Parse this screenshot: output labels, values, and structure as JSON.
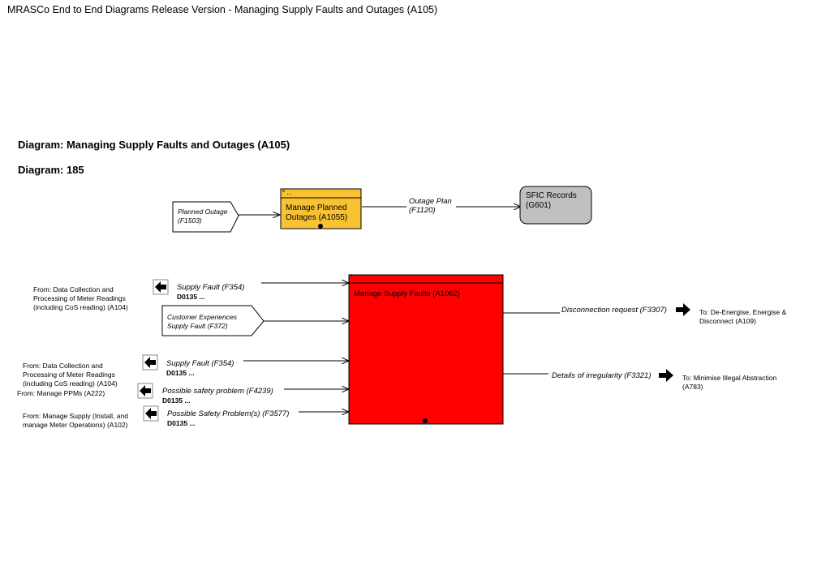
{
  "page_title": "MRASCo End to End Diagrams Release Version - Managing Supply Faults and Outages (A105)",
  "diagram_title": "Diagram: Managing Supply Faults and Outages (A105)",
  "diagram_number": "Diagram: 185",
  "colors": {
    "planned_box": "#F9C233",
    "faults_box": "#FF0000",
    "records_box": "#C0C0C0"
  },
  "planned_outage": {
    "input_line1": "Planned Outage",
    "input_line2": "(F1503)",
    "box_marker": "* ...",
    "box_line1": "Manage Planned",
    "box_line2": "Outages (A1055)",
    "flow_line1": "Outage Plan",
    "flow_line2": "(F1120)",
    "records_line1": "SFIC Records",
    "records_line2": "(G601)"
  },
  "faults": {
    "box_marker": "*",
    "box_label": "Manage Supply Faults (A1062)",
    "inputs": [
      {
        "source_line1": "From: Data Collection and",
        "source_line2": "Processing of Meter Readings",
        "source_line3": "(including CoS reading) (A104)",
        "flow": "Supply Fault (F354)",
        "dataflow": "D0135 ..."
      },
      {
        "flow_line1": "Customer Experiences",
        "flow_line2": "Supply Fault (F372)"
      },
      {
        "source_line1": "From: Data Collection and",
        "source_line2": "Processing of Meter Readings",
        "source_line3": "(including CoS reading) (A104)",
        "flow": "Supply Fault (F354)",
        "dataflow": "D0135 ..."
      },
      {
        "source_line1": "From: Manage PPMs (A222)",
        "flow": "Possible safety problem (F4239)",
        "dataflow": "D0135 ..."
      },
      {
        "source_line1": "From: Manage Supply (Install, and",
        "source_line2": "manage Meter Operations) (A102)",
        "flow": "Possible Safety Problem(s) (F3577)",
        "dataflow": "D0135 ..."
      }
    ],
    "outputs": [
      {
        "flow": "Disconnection request (F3307)",
        "target_line1": "To: De-Energise, Energise &",
        "target_line2": "Disconnect (A109)"
      },
      {
        "flow": "Details of irregularity (F3321)",
        "target_line1": "To: Minimise Illegal Abstraction",
        "target_line2": "(A783)"
      }
    ]
  },
  "icons": {
    "left_arrow": "left-arrow-icon",
    "right_arrow": "right-arrow-icon"
  }
}
